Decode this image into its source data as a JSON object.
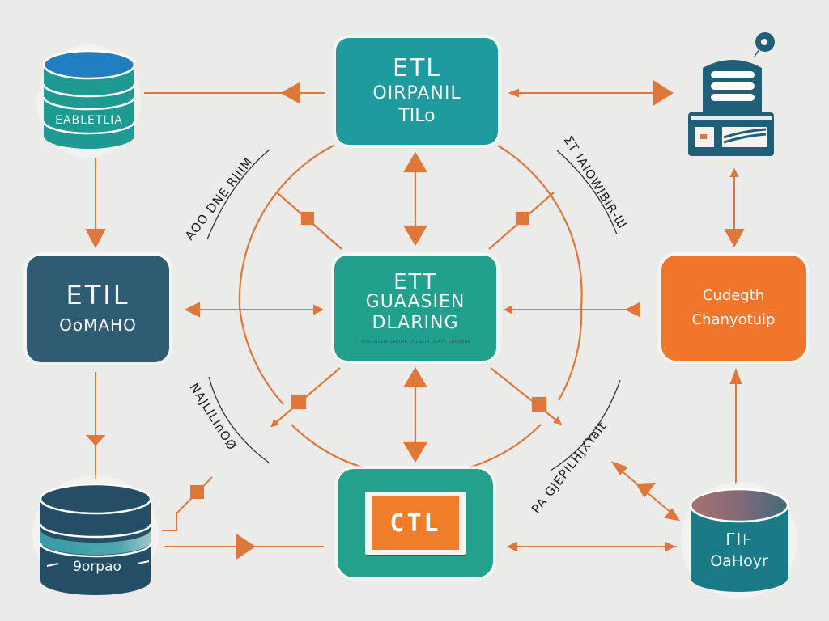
{
  "diagram": {
    "theme": {
      "background": "#ebebea",
      "connector": "#e0773a",
      "teal": "#1f9b9f",
      "navy": "#2f5b73",
      "orange": "#f0762c"
    },
    "nodes": {
      "top": {
        "line1": "ETL",
        "line2": "OIRPANIL",
        "line3": "TILo"
      },
      "center": {
        "line1": "ETT",
        "line2": "GUAASIEN",
        "line3": "DLARING",
        "fineprint": "ODSDRSLIR SRAIMA  OSDRDR DLAYX DRBOEIN"
      },
      "left": {
        "line1": "ETIL",
        "line2": "OoMAHO"
      },
      "right": {
        "line1": "Cudegth",
        "line2": "Chanyotuip"
      },
      "bottom": {
        "label": "CTL"
      }
    },
    "databases": {
      "top_left": {
        "label": "EABLETLIA"
      },
      "top_right": {
        "icon": "server-database-icon"
      },
      "bottom_left": {
        "label": "9orpao"
      },
      "bottom_right": {
        "line1": "ΓΙ⊦",
        "line2": "OaHoyr"
      }
    },
    "arc_labels": {
      "upper_left": "AOO DNE RJIIM",
      "upper_right": "ΣT IAIOWIBIR-Ɯ",
      "lower_left": "NAJLILInOØ",
      "lower_right": "PA GJEPILHJXYaIt"
    }
  }
}
